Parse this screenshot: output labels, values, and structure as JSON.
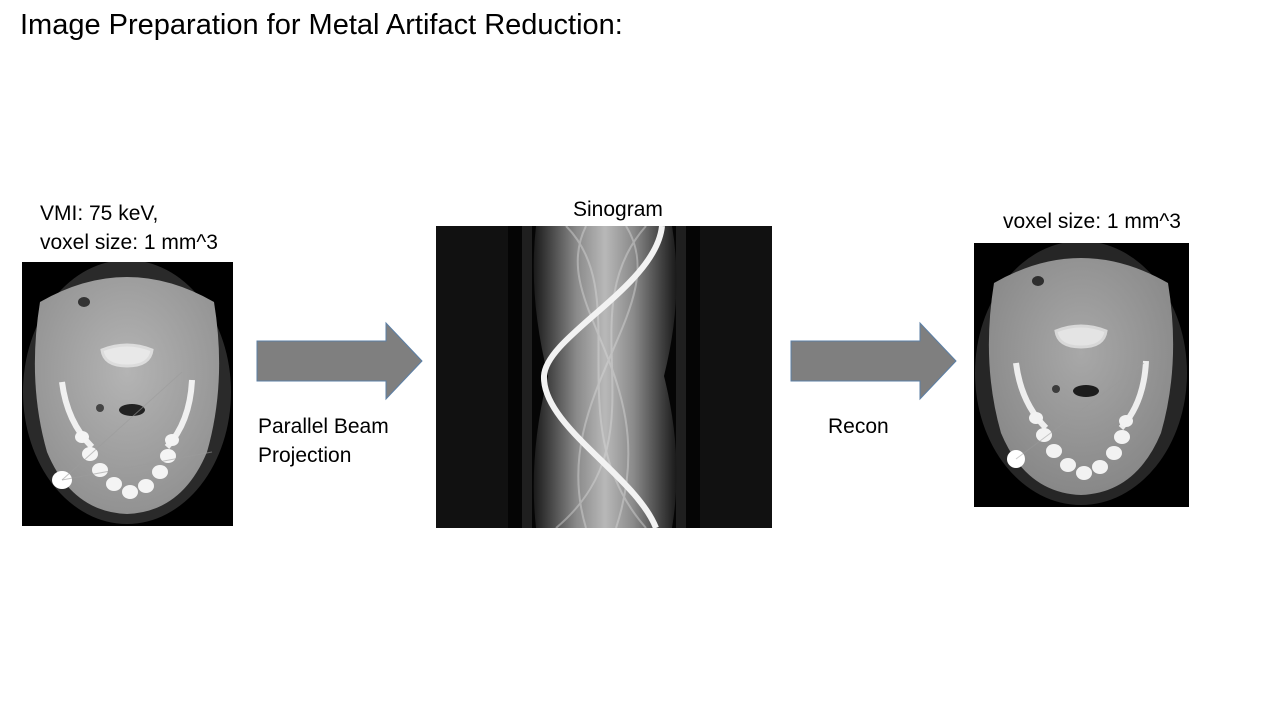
{
  "title": "Image Preparation for Metal Artifact Reduction:",
  "input_image": {
    "caption_line1": "VMI: 75 keV,",
    "caption_line2": "voxel size: 1 mm^3"
  },
  "projection_step": {
    "label_line1": "Parallel Beam",
    "label_line2": "Projection"
  },
  "sinogram": {
    "caption": "Sinogram"
  },
  "recon_step": {
    "label": "Recon"
  },
  "output_image": {
    "caption": "voxel size: 1 mm^3"
  },
  "colors": {
    "arrow_fill": "#7f7f7f",
    "arrow_stroke": "#5b7fa6",
    "panel_background": "#000000"
  }
}
